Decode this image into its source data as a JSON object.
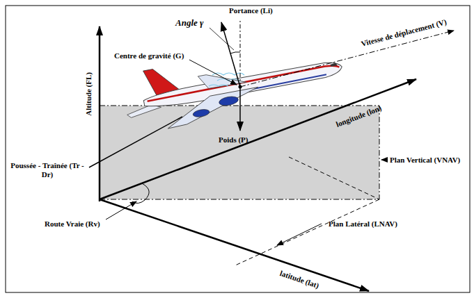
{
  "diagram": {
    "labels": [
      "Portance (Li)",
      "Angle γ",
      "Vitesse de déplacement (V)",
      "Centre de gravité (G)",
      "Altitude (FL)",
      "Poids (P)",
      "Poussée - Traînée (Tr - Dr)",
      "longitude (lon)",
      "Plan Vertical (VNAV)",
      "Route Vraie (Rv)",
      "Plan Latéral (LNAV)",
      "latitude (lat)"
    ]
  }
}
